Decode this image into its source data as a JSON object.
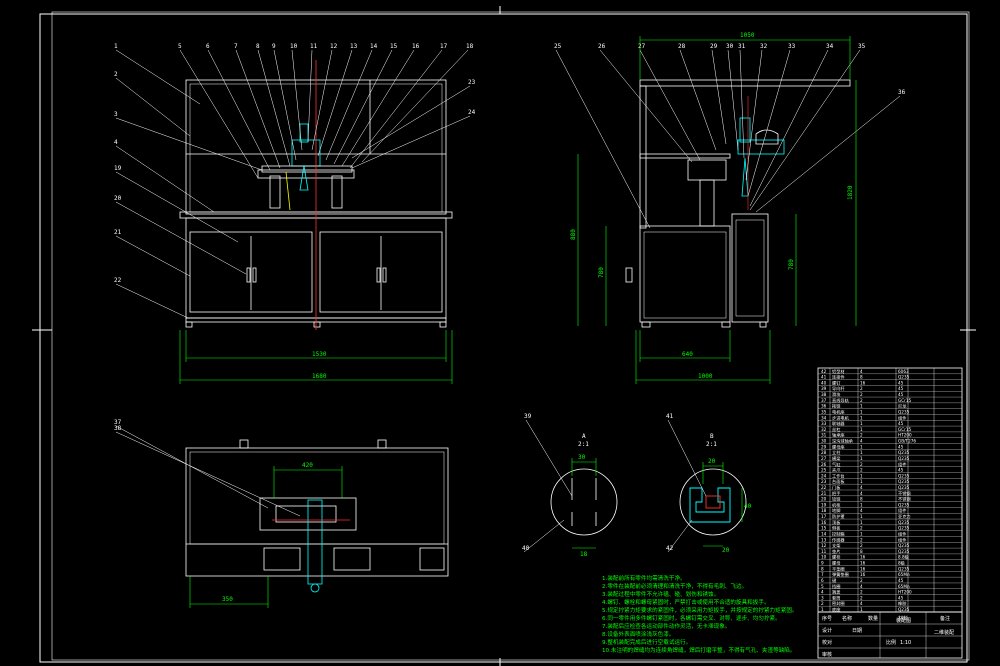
{
  "drawing": {
    "front_view": {
      "balloons": [
        "1",
        "2",
        "3",
        "4",
        "5",
        "6",
        "7",
        "8",
        "9",
        "10",
        "11",
        "12",
        "13",
        "14",
        "15",
        "16",
        "17",
        "18",
        "19",
        "20",
        "21",
        "22",
        "23",
        "24"
      ],
      "dim_inner": "1530",
      "dim_overall": "1680"
    },
    "side_view": {
      "balloons": [
        "25",
        "26",
        "27",
        "28",
        "29",
        "30",
        "31",
        "32",
        "33",
        "34",
        "35",
        "36"
      ],
      "dim_top": "1050",
      "dim_height_total": "1820",
      "dim_height_table": "880",
      "dim_height_cabinet": "780",
      "dim_base": "640",
      "dim_overall": "1000"
    },
    "top_view": {
      "balloons": [
        "37",
        "38"
      ],
      "dim_a": "420",
      "dim_b": "350"
    },
    "section_a": {
      "title": "A",
      "scale": "2:1",
      "balloons": [
        "39",
        "40"
      ],
      "dim_top": "30",
      "dim_bottom": "18"
    },
    "section_b": {
      "title": "B",
      "scale": "2:1",
      "balloons": [
        "41",
        "42"
      ],
      "dim_top": "20",
      "dim_side": "40",
      "dim_bottom": "20"
    }
  },
  "notes": [
    "1.装配前所有零件均需清洗干净。",
    "2.零件在装配前必须清理和清洗干净，不得有毛刺、飞边。",
    "3.装配过程中零件不允许磕、碰、划伤和锈蚀。",
    "4.螺钉、螺栓和螺母紧固时，严禁打击或使用不合适的旋具和扳手。",
    "5.规定拧紧力矩要求的紧固件，必须采用力矩扳手，并按规定的拧紧力矩紧固。",
    "6.同一零件用多件螺钉紧固时，各螺钉需交叉、对称、逐步、均匀拧紧。",
    "7.装配后应检查各运动部件动作灵活，无卡滞现象。",
    "8.设备外表面喷涂浅灰色漆。",
    "9.整机装配完成后进行空载试运行。",
    "10.未注明的焊缝均为连续角焊缝，焊后打磨平整，不得有气孔、夹渣等缺陷。"
  ],
  "title_block": {
    "drawing_name": "装配图",
    "drawing_type": "二维装配",
    "parts": [
      {
        "no": "42",
        "name": "铝型材",
        "qty": "4",
        "mat": "6063"
      },
      {
        "no": "41",
        "name": "连接件",
        "qty": "8",
        "mat": "Q235"
      },
      {
        "no": "40",
        "name": "螺钉",
        "qty": "16",
        "mat": "45"
      },
      {
        "no": "39",
        "name": "导向杆",
        "qty": "2",
        "mat": "45"
      },
      {
        "no": "38",
        "name": "滑块",
        "qty": "2",
        "mat": "45"
      },
      {
        "no": "37",
        "name": "直线导轨",
        "qty": "2",
        "mat": "GCr15"
      },
      {
        "no": "36",
        "name": "拖链",
        "qty": "1",
        "mat": "尼龙"
      },
      {
        "no": "35",
        "name": "电机座",
        "qty": "1",
        "mat": "Q235"
      },
      {
        "no": "34",
        "name": "步进电机",
        "qty": "1",
        "mat": "组件"
      },
      {
        "no": "33",
        "name": "联轴器",
        "qty": "1",
        "mat": "45"
      },
      {
        "no": "32",
        "name": "丝杠",
        "qty": "1",
        "mat": "GCr15"
      },
      {
        "no": "31",
        "name": "轴承座",
        "qty": "2",
        "mat": "HT200"
      },
      {
        "no": "30",
        "name": "深沟球轴承",
        "qty": "4",
        "mat": "GB/T276"
      },
      {
        "no": "29",
        "name": "螺母座",
        "qty": "1",
        "mat": "45"
      },
      {
        "no": "28",
        "name": "立柱",
        "qty": "1",
        "mat": "Q235"
      },
      {
        "no": "27",
        "name": "横梁",
        "qty": "1",
        "mat": "Q235"
      },
      {
        "no": "26",
        "name": "气缸",
        "qty": "2",
        "mat": "组件"
      },
      {
        "no": "25",
        "name": "夹爪",
        "qty": "2",
        "mat": "45"
      },
      {
        "no": "24",
        "name": "工作台",
        "qty": "1",
        "mat": "Q235"
      },
      {
        "no": "23",
        "name": "台面板",
        "qty": "1",
        "mat": "Q235"
      },
      {
        "no": "22",
        "name": "门板",
        "qty": "4",
        "mat": "Q235"
      },
      {
        "no": "21",
        "name": "把手",
        "qty": "4",
        "mat": "不锈钢"
      },
      {
        "no": "20",
        "name": "铰链",
        "qty": "8",
        "mat": "不锈钢"
      },
      {
        "no": "19",
        "name": "机柜",
        "qty": "1",
        "mat": "Q235"
      },
      {
        "no": "18",
        "name": "地脚",
        "qty": "4",
        "mat": "组件"
      },
      {
        "no": "17",
        "name": "防护罩",
        "qty": "1",
        "mat": "亚克力"
      },
      {
        "no": "16",
        "name": "顶板",
        "qty": "1",
        "mat": "Q235"
      },
      {
        "no": "15",
        "name": "侧板",
        "qty": "2",
        "mat": "Q235"
      },
      {
        "no": "14",
        "name": "控制箱",
        "qty": "1",
        "mat": "组件"
      },
      {
        "no": "13",
        "name": "传感器",
        "qty": "2",
        "mat": "组件"
      },
      {
        "no": "12",
        "name": "支架",
        "qty": "2",
        "mat": "Q235"
      },
      {
        "no": "11",
        "name": "垫片",
        "qty": "8",
        "mat": "Q235"
      },
      {
        "no": "10",
        "name": "螺栓",
        "qty": "16",
        "mat": "8.8级"
      },
      {
        "no": "9",
        "name": "螺母",
        "qty": "16",
        "mat": "8级"
      },
      {
        "no": "8",
        "name": "平垫圈",
        "qty": "16",
        "mat": "Q235"
      },
      {
        "no": "7",
        "name": "弹簧垫圈",
        "qty": "16",
        "mat": "65Mn"
      },
      {
        "no": "6",
        "name": "键",
        "qty": "2",
        "mat": "45"
      },
      {
        "no": "5",
        "name": "挡圈",
        "qty": "4",
        "mat": "65Mn"
      },
      {
        "no": "4",
        "name": "端盖",
        "qty": "2",
        "mat": "HT200"
      },
      {
        "no": "3",
        "name": "套筒",
        "qty": "2",
        "mat": "45"
      },
      {
        "no": "2",
        "name": "密封圈",
        "qty": "4",
        "mat": "橡胶"
      },
      {
        "no": "1",
        "name": "底座",
        "qty": "1",
        "mat": "Q235"
      }
    ],
    "header": {
      "no": "序号",
      "name": "名称",
      "qty": "数量",
      "mat": "材料",
      "note": "备注"
    },
    "sign_row": [
      "设计",
      "校对",
      "审核",
      "日期"
    ],
    "scale_label": "比例",
    "scale": "1:10"
  },
  "colors": {
    "line": "#ffffff",
    "dim": "#00ff00",
    "accent": "#ff3030",
    "cyan": "#00ffff",
    "yellow": "#ffff00"
  }
}
